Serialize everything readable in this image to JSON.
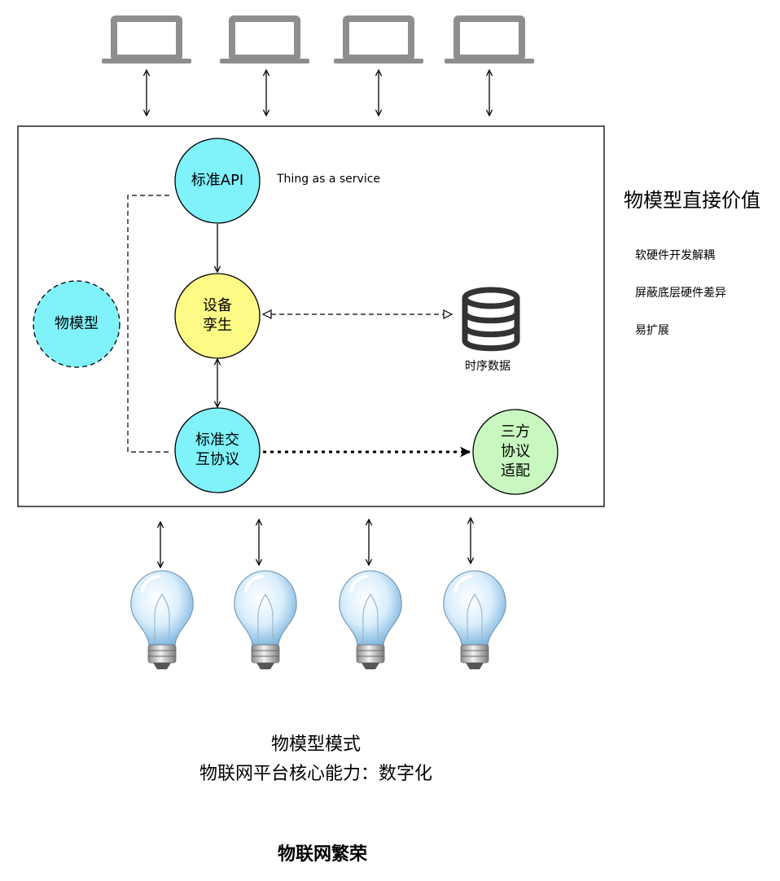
{
  "nodes": {
    "standard_api": "标准API",
    "device_twin": "设备\n孪生",
    "thing_model": "物模型",
    "standard_protocol": "标准交\n互协议",
    "third_party": "三方\n协议\n适配"
  },
  "labels": {
    "service": "Thing as a service",
    "timeseries": "时序数据"
  },
  "values_panel": {
    "title": "物模型直接价值",
    "items": [
      "软硬件开发解耦",
      "屏蔽底层硬件差异",
      "易扩展"
    ]
  },
  "footer": {
    "mode": "物模型模式",
    "core": "物联网平台核心能力：数字化",
    "prosper": "物联网繁荣"
  },
  "colors": {
    "cyan": "#7ff2fa",
    "yellow": "#fdfb86",
    "green": "#c8f8c0"
  }
}
